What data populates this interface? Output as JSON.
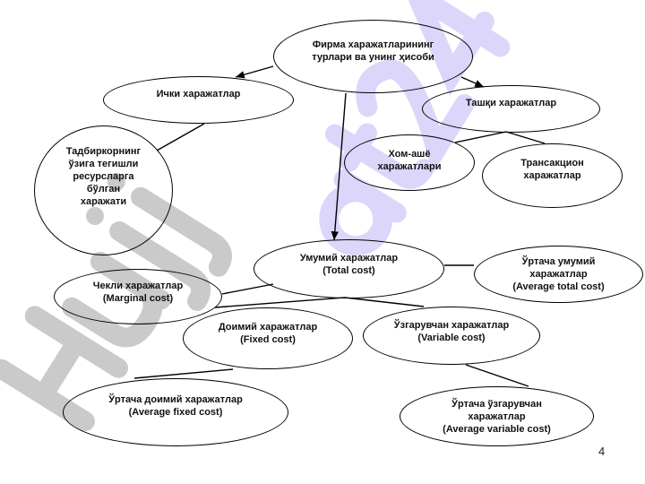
{
  "watermark": {
    "text_gray": "Hujj",
    "text_purple": "at24",
    "color_gray": "#bdbdbd",
    "color_purple": "#d9d2fb"
  },
  "nodes": {
    "root": "Фирма харажатларининг\nтурлари ва унинг ҳисоби",
    "internal": "Ички харажатлар",
    "external": "Ташқи харажатлар",
    "entrepreneur": "Тадбиркорнинг\nўзига тегишли\nресурсларга\nбўлган\nхаражати",
    "raw": "Хом-ашё\nхаражатлари",
    "transaction": "Трансакцион\nхаражатлар",
    "total": "Умумий харажатлар\n(Total cost)",
    "avg_total": "Ўртача умумий\nхаражатлар\n(Average total cost)",
    "marginal": "Чекли харажатлар\n(Marginal cost)",
    "fixed": "Доимий харажатлар\n(Fixed cost)",
    "variable": "Ўзгарувчан харажатлар\n(Variable cost)",
    "avg_fixed": "Ўртача доимий харажатлар\n(Average fixed cost)",
    "avg_variable": "Ўртача ўзгарувчан\nхаражатлар\n(Average variable cost)"
  },
  "page_number": "4"
}
